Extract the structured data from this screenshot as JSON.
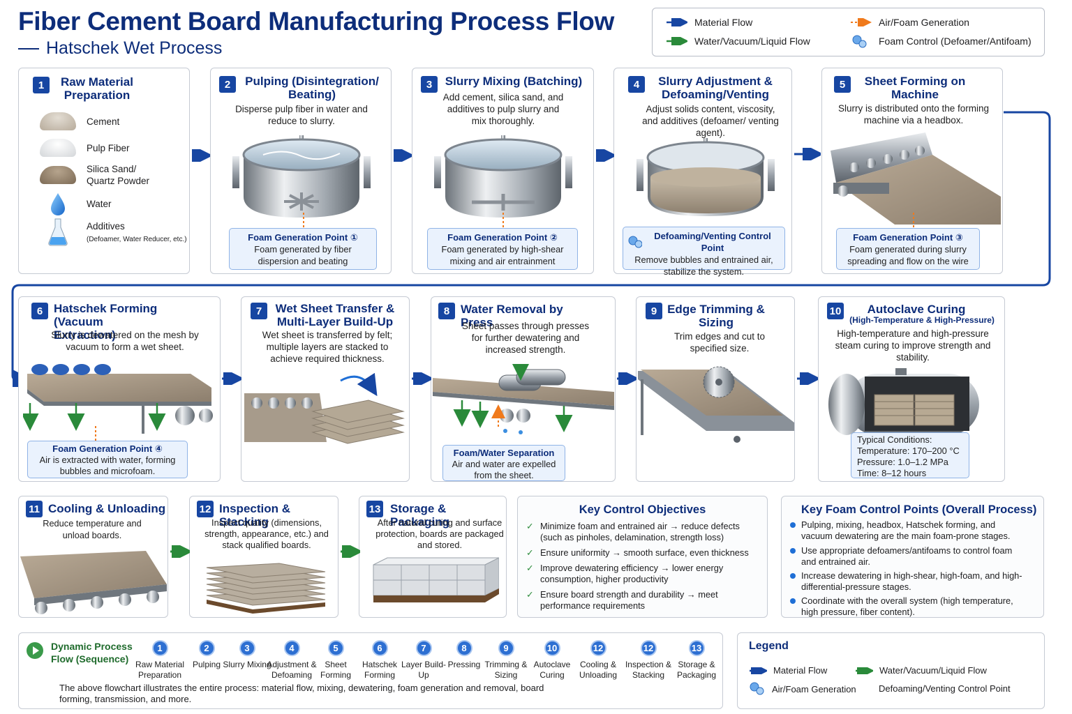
{
  "header": {
    "title": "Fiber Cement Board Manufacturing Process Flow",
    "subtitle": "Hatschek Wet Process"
  },
  "top_legend": {
    "material_flow": "Material Flow",
    "air_foam": "Air/Foam Generation",
    "water_flow": "Water/Vacuum/Liquid Flow",
    "foam_control": "Foam Control (Defoamer/Antifoam)"
  },
  "colors": {
    "navy": "#0d2d7a",
    "blue_arrow": "#1746a2",
    "green_arrow": "#2a8a3a",
    "orange_arrow": "#f07a1c",
    "note_bg": "#eaf2fd"
  },
  "steps": [
    {
      "num": "1",
      "title": "Raw Material Preparation",
      "materials": [
        {
          "label": "Cement",
          "icon": "cement-pile-icon"
        },
        {
          "label": "Pulp Fiber",
          "icon": "pulp-fiber-pile-icon"
        },
        {
          "label": "Silica Sand/ Quartz Powder",
          "icon": "sand-pile-icon"
        },
        {
          "label": "Water",
          "icon": "water-drop-icon"
        },
        {
          "label": "Additives",
          "sub": "(Defoamer, Water Reducer, etc.)",
          "icon": "flask-icon"
        }
      ]
    },
    {
      "num": "2",
      "title": "Pulping (Disintegration/ Beating)",
      "desc": "Disperse pulp fiber in water and reduce to slurry.",
      "note_title": "Foam Generation Point ①",
      "note_desc": "Foam generated by fiber dispersion and beating"
    },
    {
      "num": "3",
      "title": "Slurry Mixing (Batching)",
      "desc": "Add cement, silica sand, and additives to pulp slurry and mix thoroughly.",
      "note_title": "Foam Generation Point ②",
      "note_desc": "Foam generated by high-shear mixing and air entrainment"
    },
    {
      "num": "4",
      "title": "Slurry Adjustment & Defoaming/Venting",
      "desc": "Adjust solids content, viscosity, and additives (defoamer/ venting agent).",
      "note_title": "Defoaming/Venting Control Point",
      "note_desc": "Remove bubbles and entrained air, stabilize the system."
    },
    {
      "num": "5",
      "title": "Sheet Forming on Machine",
      "desc": "Slurry is distributed onto the forming machine via a headbox.",
      "note_title": "Foam Generation Point ③",
      "note_desc": "Foam generated during slurry spreading and flow on the wire"
    },
    {
      "num": "6",
      "title": "Hatschek Forming (Vacuum Extraction)",
      "desc": "Slurry is dewatered on the mesh by vacuum to form a wet sheet.",
      "note_title": "Foam Generation Point ④",
      "note_desc": "Air is extracted with water, forming bubbles and microfoam."
    },
    {
      "num": "7",
      "title": "Wet Sheet Transfer & Multi-Layer Build-Up",
      "desc": "Wet sheet is transferred by felt; multiple layers are stacked to achieve required thickness."
    },
    {
      "num": "8",
      "title": "Water Removal by Press",
      "desc": "Sheet passes through presses for further dewatering and increased strength.",
      "note_title": "Foam/Water Separation",
      "note_desc": "Air and water are expelled from the sheet."
    },
    {
      "num": "9",
      "title": "Edge Trimming & Sizing",
      "desc": "Trim edges and cut to specified size."
    },
    {
      "num": "10",
      "title": "Autoclave Curing",
      "title_sub": "(High-Temperature & High-Pressure)",
      "desc": "High-temperature and high-pressure steam curing to improve strength and stability.",
      "conditions": {
        "label": "Typical Conditions:",
        "temperature": "Temperature: 170–200 °C",
        "pressure": "Pressure: 1.0–1.2 MPa",
        "time": "Time:  8–12 hours"
      }
    },
    {
      "num": "11",
      "title": "Cooling & Unloading",
      "desc": "Reduce temperature and unload boards."
    },
    {
      "num": "12",
      "title": "Inspection & Stacking",
      "desc": "Inspect quality (dimensions, strength, appearance, etc.) and stack qualified boards."
    },
    {
      "num": "13",
      "title": "Storage & Packaging",
      "desc": "After natural curing and surface protection, boards are packaged and stored."
    }
  ],
  "key_objectives": {
    "title": "Key Control Objectives",
    "items": [
      "Minimize foam and entrained air → reduce defects (such as pinholes, delamination, strength loss)",
      "Ensure uniformity → smooth surface, even thickness",
      "Improve dewatering efficiency → lower energy consumption, higher productivity",
      "Ensure board strength and durability → meet performance requirements"
    ]
  },
  "foam_points": {
    "title": "Key Foam Control Points (Overall Process)",
    "items": [
      "Pulping, mixing, headbox, Hatschek forming, and vacuum dewatering are the main foam-prone stages.",
      "Use appropriate defoamers/antifoams to control foam and entrained air.",
      "Increase dewatering in high-shear, high-foam, and high-differential-pressure stages.",
      "Coordinate with the overall system (high temperature, high pressure, fiber content)."
    ]
  },
  "sequence": {
    "title": "Dynamic Process Flow (Sequence)",
    "steps": [
      {
        "n": "1",
        "label": "Raw Material Preparation"
      },
      {
        "n": "2",
        "label": "Pulping"
      },
      {
        "n": "3",
        "label": "Slurry Mixing"
      },
      {
        "n": "4",
        "label": "Adjustment & Defoaming"
      },
      {
        "n": "5",
        "label": "Sheet Forming"
      },
      {
        "n": "6",
        "label": "Hatschek Forming"
      },
      {
        "n": "7",
        "label": "Layer Build-Up"
      },
      {
        "n": "8",
        "label": "Pressing"
      },
      {
        "n": "9",
        "label": "Trimming & Sizing"
      },
      {
        "n": "10",
        "label": "Autoclave Curing"
      },
      {
        "n": "12",
        "label": "Cooling & Unloading"
      },
      {
        "n": "12",
        "label": "Inspection & Stacking"
      },
      {
        "n": "13",
        "label": "Storage & Packaging"
      }
    ],
    "caption": "The above flowchart illustrates the entire process: material flow, mixing, dewatering, foam generation and removal, board forming, transmission, and more."
  },
  "bottom_legend": {
    "title": "Legend",
    "material_flow": "Material Flow",
    "water_flow": "Water/Vacuum/Liquid Flow",
    "air_foam": "Air/Foam Generation",
    "defoam_point": "Defoaming/Venting Control Point"
  }
}
